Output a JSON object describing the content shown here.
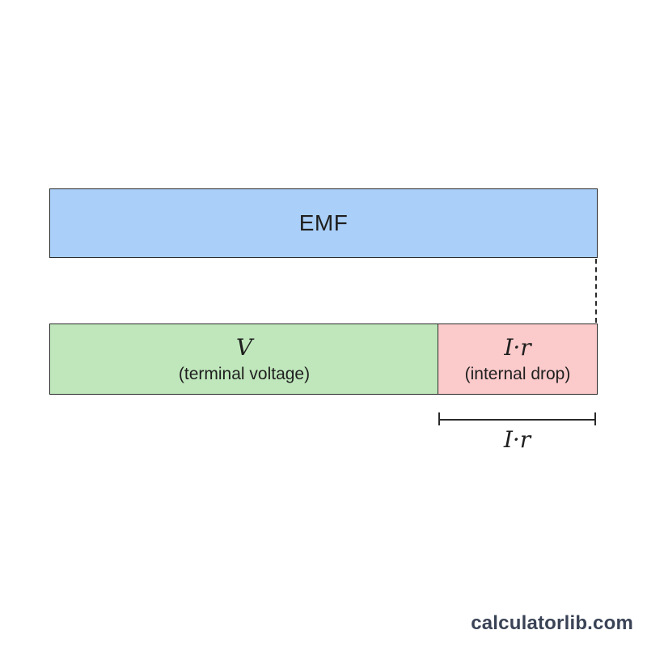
{
  "colors": {
    "emf_fill": "#aacff8",
    "v_fill": "#bfe7bb",
    "ir_fill": "#fbcaca",
    "stroke": "#2a2a2a"
  },
  "emf": {
    "label": "EMF"
  },
  "terminal": {
    "symbol": "V",
    "label": "(terminal voltage)"
  },
  "internal": {
    "symbol": "I·r",
    "label": "(internal drop)"
  },
  "dimension": {
    "label": "I·r"
  },
  "watermark": {
    "text": "calculatorlib.com"
  }
}
